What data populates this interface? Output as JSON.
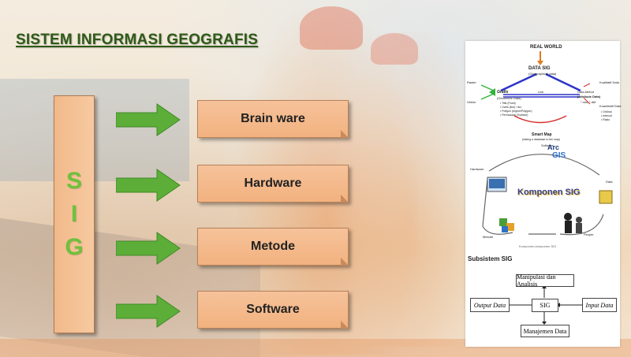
{
  "slide": {
    "title": "SISTEM INFORMASI GEOGRAFIS",
    "sig_letters": [
      "S",
      "I",
      "G"
    ],
    "components": [
      "Brain ware",
      "Hardware",
      "Metode",
      "Software"
    ]
  },
  "colors": {
    "title": "#2e5a18",
    "sig_letters": "#6fc13c",
    "arrow": "#5cae38",
    "box_fill": "#f4ba8c",
    "box_border": "#b8825a"
  },
  "figure": {
    "top": {
      "real_world": "REAL WORLD",
      "data_sig": "DATA SIG",
      "data_sig_sub": "(Geographical data)",
      "raster": "Raster",
      "vektor": "Vektor",
      "grafis": "Grafis",
      "grafis_sub": "(Geometric Data)",
      "link": "Link",
      "data_atribut": "Data Atribut",
      "data_atribut_sub": "(Attribute Data)",
      "data_atribut_ext": "*.mis, *.dbf",
      "grafis_items": [
        "• Titik (Point)",
        "• Garis (line) / Arc",
        "• Poligon (region/Polygon)",
        "• Permukaan (Surface)"
      ],
      "kualitatif": "Kualitatif Data",
      "kuantitatif": "Kuantitatif Data",
      "kuant_items": [
        "• Ordinal",
        "• Interval",
        "• Rasio"
      ],
      "smart_map": "Smart Map",
      "smart_map_sub": "(linking a database to the map)"
    },
    "middle": {
      "title": "Komponen SIG",
      "software": "Software",
      "hardware": "Hardware",
      "data": "Data",
      "metode": "Metode",
      "people": "People",
      "arc": "Arc",
      "gis": "GIS",
      "caption": "Komponen-komponen SIG"
    },
    "bottom": {
      "title": "Subsistem SIG",
      "manipulasi": "Manipulasi dan Analisis",
      "output": "Output Data",
      "sig": "SIG",
      "input": "Input Data",
      "manajemen": "Manajemen Data"
    }
  }
}
